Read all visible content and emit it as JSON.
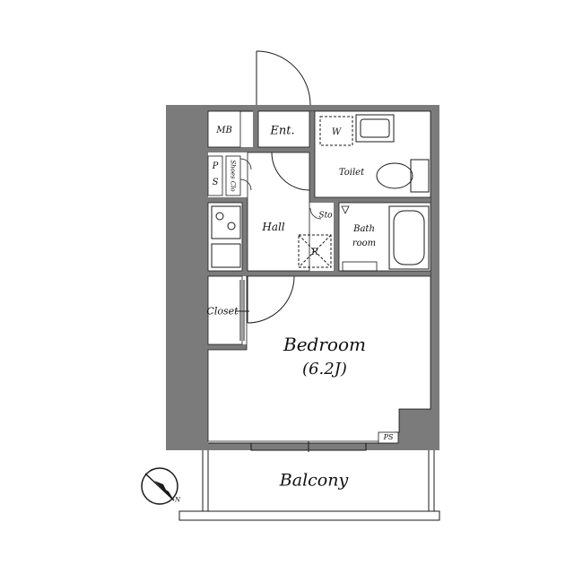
{
  "rooms": {
    "mb": "MB",
    "ent": "Ent.",
    "w": "W",
    "toilet": "Toilet",
    "ps_p": "P",
    "ps_s": "S",
    "shoes": "Shoes Clo",
    "hall": "Hall",
    "sto": "Sto",
    "bath1": "Bath",
    "bath2": "room",
    "r": "R",
    "closet": "Closet",
    "bedroom": "Bedroom",
    "bedroom_size": "(6.2J)",
    "ps": "PS",
    "balcony": "Balcony"
  },
  "compass": {
    "north": "N"
  },
  "colors": {
    "wall": "#7b7b7b",
    "line": "#1a1a1a"
  }
}
